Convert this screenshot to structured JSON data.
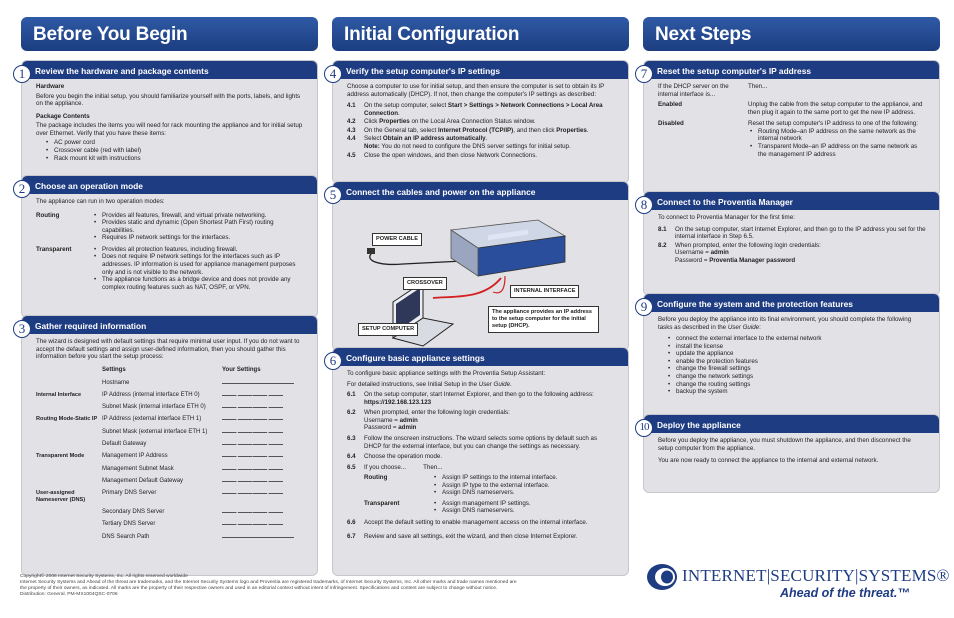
{
  "headers": {
    "col1": "Before You Begin",
    "col2": "Initial Configuration",
    "col3": "Next Steps"
  },
  "s1": {
    "num": "1",
    "title": "Review the hardware and package contents",
    "hw_label": "Hardware",
    "hw_text": "Before you begin the initial setup, you should familiarize yourself with the ports, labels, and lights on the appliance.",
    "pkg_label": "Package Contents",
    "pkg_text": "The package includes the items you will need for rack mounting the appliance and for initial setup over Ethernet. Verify that you have these items:",
    "items": [
      "AC power cord",
      "Crossover cable (red with label)",
      "Rack mount kit with instructions"
    ]
  },
  "s2": {
    "num": "2",
    "title": "Choose an operation mode",
    "intro": "The appliance can run in two operation modes:",
    "routing_label": "Routing",
    "routing_items": [
      "Provides all features, firewall, and virtual private networking.",
      "Provides static and dynamic (Open Shortest Path First) routing capabilities.",
      "Requires IP network settings for the interfaces."
    ],
    "transparent_label": "Transparent",
    "transparent_items": [
      "Provides all protection features, including firewall.",
      "Does not require IP network settings for the interfaces such as IP addresses. IP information is used for appliance management purposes only and is not visible to the network.",
      "The appliance functions as a bridge device and does not provide any complex routing features such as NAT, OSPF, or VPN."
    ]
  },
  "s3": {
    "num": "3",
    "title": "Gather required information",
    "intro": "The wizard is designed with default settings that require minimal user input. If you do not want to accept the default settings and assign user-defined information, then you should gather this information before you start the setup process:",
    "col_settings": "Settings",
    "col_your": "Your Settings",
    "rows": [
      {
        "group": "",
        "setting": "Hostname",
        "kind": "line"
      },
      {
        "group": "Internal Interface",
        "setting": "IP Address (internal interface ETH 0)",
        "kind": "ip"
      },
      {
        "group": "",
        "setting": "Subnet Mask (internal interface ETH 0)",
        "kind": "ip"
      },
      {
        "group": "Routing Mode-Static IP",
        "setting": "IP Address (external interface ETH 1)",
        "kind": "ip"
      },
      {
        "group": "",
        "setting": "Subnet Mask (external interface ETH 1)",
        "kind": "ip"
      },
      {
        "group": "",
        "setting": "Default Gateway",
        "kind": "ip"
      },
      {
        "group": "Transparent Mode",
        "setting": "Management IP Address",
        "kind": "ip"
      },
      {
        "group": "",
        "setting": "Management Subnet Mask",
        "kind": "ip"
      },
      {
        "group": "",
        "setting": "Management Default Gateway",
        "kind": "ip"
      },
      {
        "group": "User-assigned Nameserver (DNS)",
        "setting": "Primary DNS Server",
        "kind": "ip"
      },
      {
        "group": "",
        "setting": "Secondary DNS Server",
        "kind": "ip"
      },
      {
        "group": "",
        "setting": "Tertiary DNS Server",
        "kind": "ip"
      },
      {
        "group": "",
        "setting": "DNS Search Path",
        "kind": "line"
      }
    ]
  },
  "s4": {
    "num": "4",
    "title": "Verify the setup computer's IP settings",
    "intro": "Choose a computer to use for initial setup, and then ensure the computer is set to obtain its IP address automatically (DHCP). If not, then change the computer's IP settings as described:",
    "steps": [
      {
        "n": "4.1",
        "html": "On the setup computer, select <b>Start &gt; Settings &gt; Network Connections &gt; Local Area Connection</b>."
      },
      {
        "n": "4.2",
        "html": "Click <b>Properties</b> on the Local Area Connection Status window."
      },
      {
        "n": "4.3",
        "html": "On the General tab, select <b>Internet Protocol (TCP/IP)</b>, and then click <b>Properties</b>."
      },
      {
        "n": "4.4",
        "html": "Select <b>Obtain an IP address automatically</b>.<br><b>Note:</b> You do not need to configure the DNS server settings for initial setup."
      },
      {
        "n": "4.5",
        "html": "Close the open windows, and then close Network Connections."
      }
    ]
  },
  "s5": {
    "num": "5",
    "title": "Connect the cables and power on the appliance",
    "power_cable": "POWER CABLE",
    "crossover": "CROSSOVER",
    "internal_interface": "INTERNAL INTERFACE",
    "setup_computer": "SETUP COMPUTER",
    "callout": "The appliance provides an IP address to the setup computer for the initial setup (DHCP)."
  },
  "s6": {
    "num": "6",
    "title": "Configure basic appliance settings",
    "intro1": "To configure basic appliance settings with the Proventia Setup Assistant:",
    "intro2": "For detailed instructions, see Initial Setup in the <i>User Guide</i>.",
    "steps": [
      {
        "n": "6.1",
        "html": "On the setup computer, start Internet Explorer, and then go to the following address: <b>https://192.168.123.123</b>"
      },
      {
        "n": "6.2",
        "html": "When prompted, enter the following login credentials:<br>Username = <b>admin</b><br>Password = <b>admin</b>"
      },
      {
        "n": "6.3",
        "html": "Follow the onscreen instructions. The wizard selects some options by default such as DHCP for the external interface, but you can change the settings as necessary."
      },
      {
        "n": "6.4",
        "html": "Choose the operation mode."
      },
      {
        "n": "6.5",
        "html": "If you choose...&nbsp;&nbsp;&nbsp;&nbsp;&nbsp;&nbsp;&nbsp;&nbsp;&nbsp;&nbsp;Then..."
      }
    ],
    "routing_label": "Routing",
    "routing_items": [
      "Assign IP settings to the internal interface.",
      "Assign IP type to the external interface.",
      "Assign DNS nameservers."
    ],
    "transparent_label": "Transparent",
    "transparent_items": [
      "Assign management IP settings.",
      "Assign DNS nameservers."
    ],
    "steps2": [
      {
        "n": "6.6",
        "html": "Accept the default setting to enable management access on the internal interface."
      },
      {
        "n": "6.7",
        "html": "Review and save all settings, exit the wizard, and then close Internet Explorer."
      }
    ]
  },
  "s7": {
    "num": "7",
    "title": "Reset the setup computer's IP address",
    "if_text": "If the DHCP server on the internal interface is...",
    "then_text": "Then...",
    "enabled_label": "Enabled",
    "enabled_text": "Unplug the cable from the setup computer to the appliance, and then plug it again to the same port to get the new IP address.",
    "disabled_label": "Disabled",
    "disabled_text": "Reset the setup computer's IP address to one of the following:",
    "disabled_items": [
      "Routing Mode–an IP address on the same network as the internal network",
      "Transparent Mode–an IP address on the same network as the management IP address"
    ]
  },
  "s8": {
    "num": "8",
    "title": "Connect to the Proventia Manager",
    "intro": "To connect to Proventia Manager for the first time:",
    "steps": [
      {
        "n": "8.1",
        "html": "On the setup computer, start Internet Explorer, and then go to the IP address you set for the internal interface in Step 6.5."
      },
      {
        "n": "8.2",
        "html": "When prompted, enter the following login credentials:<br>Username = <b>admin</b><br>Password = <b>Proventia Manager password</b>"
      }
    ]
  },
  "s9": {
    "num": "9",
    "title": "Configure the system and the protection features",
    "intro": "Before you deploy the appliance into its final environment, you should complete the following tasks as described in the <i>User Guide</i>:",
    "items": [
      "connect the external interface to the external network",
      "install the license",
      "update the appliance",
      "enable the protection features",
      "change the firewall settings",
      "change the network settings",
      "change the routing settings",
      "backup the system"
    ]
  },
  "s10": {
    "num": "10",
    "title": "Deploy the appliance",
    "text1": "Before you deploy the appliance, you must shutdown the appliance, and then disconnect the setup computer from the appliance.",
    "text2": "You are now ready to connect the appliance to the internal and external network."
  },
  "footer": {
    "l1": "Copyright© 2006 Internet Security Systems, Inc. All rights reserved worldwide",
    "l2": "Internet Security Systems and Ahead of the threat are trademarks, and the Internet Security Systems logo and Proventia are registered trademarks, of Internet Security Systems, Inc. All other marks and trade names mentioned are",
    "l3": "the property of their owners, as indicated. All marks are the property of their respective owners and used in an editorial context without intent of infringement. Specifications and content are subject to change without notice.",
    "l4": "Distribution: General. PM-MX1004QSC-0706"
  },
  "logo": {
    "name": "INTERNET|SECURITY|SYSTEMS®",
    "tagline": "Ahead of the threat.™"
  },
  "colors": {
    "brand": "#1e3c82",
    "panel": "#e2e2e6",
    "red_cable": "#d42020"
  }
}
